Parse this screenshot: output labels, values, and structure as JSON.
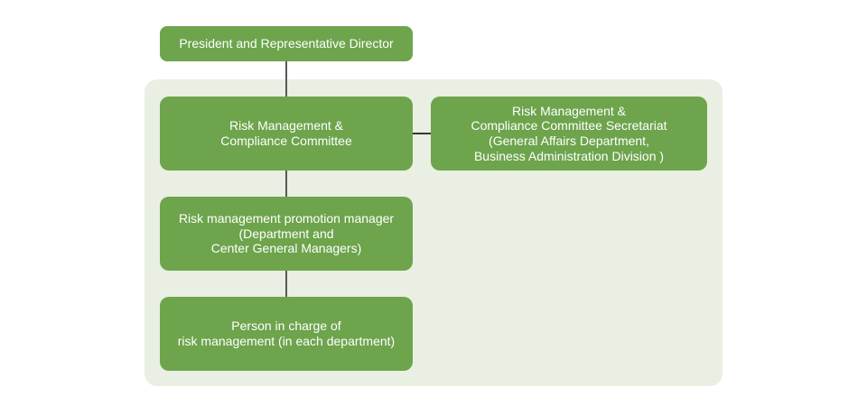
{
  "colors": {
    "node_green": "#6da44c",
    "panel_background": "#e9efe2",
    "connector_gray": "#595757",
    "node_text": "#ffffff",
    "page_background": "#ffffff"
  },
  "chart": {
    "type": "org-chart",
    "nodes": [
      {
        "id": "president",
        "label": "President and Representative Director"
      },
      {
        "id": "committee",
        "label": "Risk Management &\nCompliance Committee"
      },
      {
        "id": "secretariat",
        "label": "Risk Management &\nCompliance Committee Secretariat\n(General Affairs Department,\nBusiness Administration Division )"
      },
      {
        "id": "promotion-manager",
        "label": "Risk management promotion manager\n(Department and\nCenter General Managers)"
      },
      {
        "id": "person-in-charge",
        "label": "Person in charge of\nrisk management (in each department)"
      }
    ],
    "edges": [
      {
        "from": "president",
        "to": "committee",
        "style": "vertical"
      },
      {
        "from": "committee",
        "to": "secretariat",
        "style": "horizontal"
      },
      {
        "from": "committee",
        "to": "promotion-manager",
        "style": "vertical"
      },
      {
        "from": "promotion-manager",
        "to": "person-in-charge",
        "style": "vertical"
      }
    ]
  }
}
